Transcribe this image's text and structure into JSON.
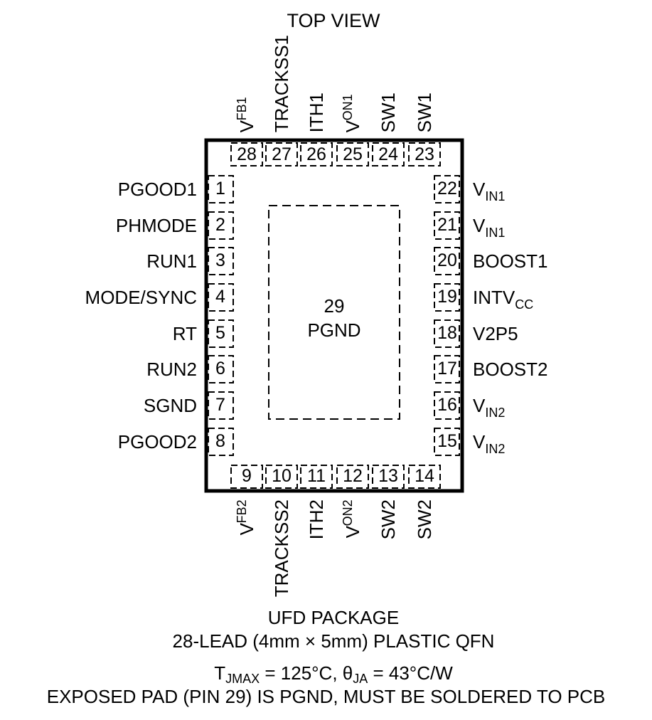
{
  "title": "TOP VIEW",
  "center_pad": {
    "number": "29",
    "name": "PGND"
  },
  "left_pins": [
    {
      "num": "1",
      "label": "PGOOD1"
    },
    {
      "num": "2",
      "label": "PHMODE"
    },
    {
      "num": "3",
      "label": "RUN1"
    },
    {
      "num": "4",
      "label": "MODE/SYNC"
    },
    {
      "num": "5",
      "label": "RT"
    },
    {
      "num": "6",
      "label": "RUN2"
    },
    {
      "num": "7",
      "label": "SGND"
    },
    {
      "num": "8",
      "label": "PGOOD2"
    }
  ],
  "right_pins": [
    {
      "num": "22",
      "label": "V",
      "sub": "IN1"
    },
    {
      "num": "21",
      "label": "V",
      "sub": "IN1"
    },
    {
      "num": "20",
      "label": "BOOST1",
      "sub": ""
    },
    {
      "num": "19",
      "label": "INTV",
      "sub": "CC"
    },
    {
      "num": "18",
      "label": "V2P5",
      "sub": ""
    },
    {
      "num": "17",
      "label": "BOOST2",
      "sub": ""
    },
    {
      "num": "16",
      "label": "V",
      "sub": "IN2"
    },
    {
      "num": "15",
      "label": "V",
      "sub": "IN2"
    }
  ],
  "top_pins": [
    {
      "num": "28",
      "label": "V",
      "sub": "FB1"
    },
    {
      "num": "27",
      "label": "TRACKSS1",
      "sub": ""
    },
    {
      "num": "26",
      "label": "ITH1",
      "sub": ""
    },
    {
      "num": "25",
      "label": "V",
      "sub": "ON1"
    },
    {
      "num": "24",
      "label": "SW1",
      "sub": ""
    },
    {
      "num": "23",
      "label": "SW1",
      "sub": ""
    }
  ],
  "bottom_pins": [
    {
      "num": "9",
      "label": "V",
      "sub": "FB2"
    },
    {
      "num": "10",
      "label": "TRACKSS2",
      "sub": ""
    },
    {
      "num": "11",
      "label": "ITH2",
      "sub": ""
    },
    {
      "num": "12",
      "label": "V",
      "sub": "ON2"
    },
    {
      "num": "13",
      "label": "SW2",
      "sub": ""
    },
    {
      "num": "14",
      "label": "SW2",
      "sub": ""
    }
  ],
  "caption": {
    "line1": "UFD PACKAGE",
    "line2": "28-LEAD (4mm × 5mm) PLASTIC QFN",
    "line3": {
      "t": "T",
      "t_sub": "JMAX",
      "mid": " = 125°C, θ",
      "theta_sub": "JA",
      "end": " = 43°C/W"
    },
    "line4": "EXPOSED PAD (PIN 29) IS PGND, MUST BE SOLDERED TO PCB"
  }
}
